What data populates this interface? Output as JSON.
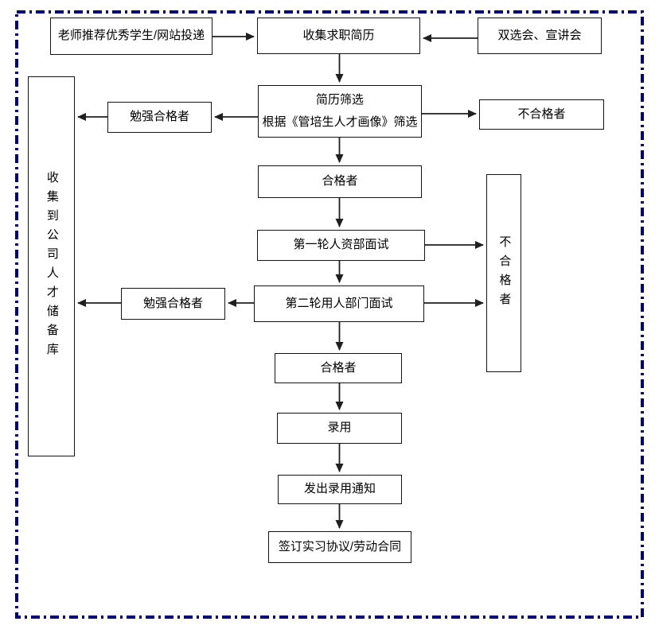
{
  "diagram": {
    "type": "flowchart",
    "title_hint": "campus recruitment process",
    "border_color": "#000080",
    "line_color": "#1f1f1f",
    "boxes": {
      "teacher_recommend": "老师推荐优秀学生/网站投递",
      "collect_resumes": "收集求职简历",
      "job_fairs": "双选会、宣讲会",
      "talent_pool": "收集到公司人才储备库",
      "barely_qualified_1": "勉强合格者",
      "resume_screening_title": "简历筛选",
      "resume_screening_subtitle": "根据《管培生人才画像》筛选",
      "unqualified_1": "不合格者",
      "qualified_1": "合格者",
      "first_interview": "第一轮人资部面试",
      "barely_qualified_2": "勉强合格者",
      "second_interview": "第二轮用人部门面试",
      "unqualified_2": "不合格者",
      "qualified_2": "合格者",
      "hire": "录用",
      "send_offer": "发出录用通知",
      "sign_contract": "签订实习协议/劳动合同"
    }
  }
}
